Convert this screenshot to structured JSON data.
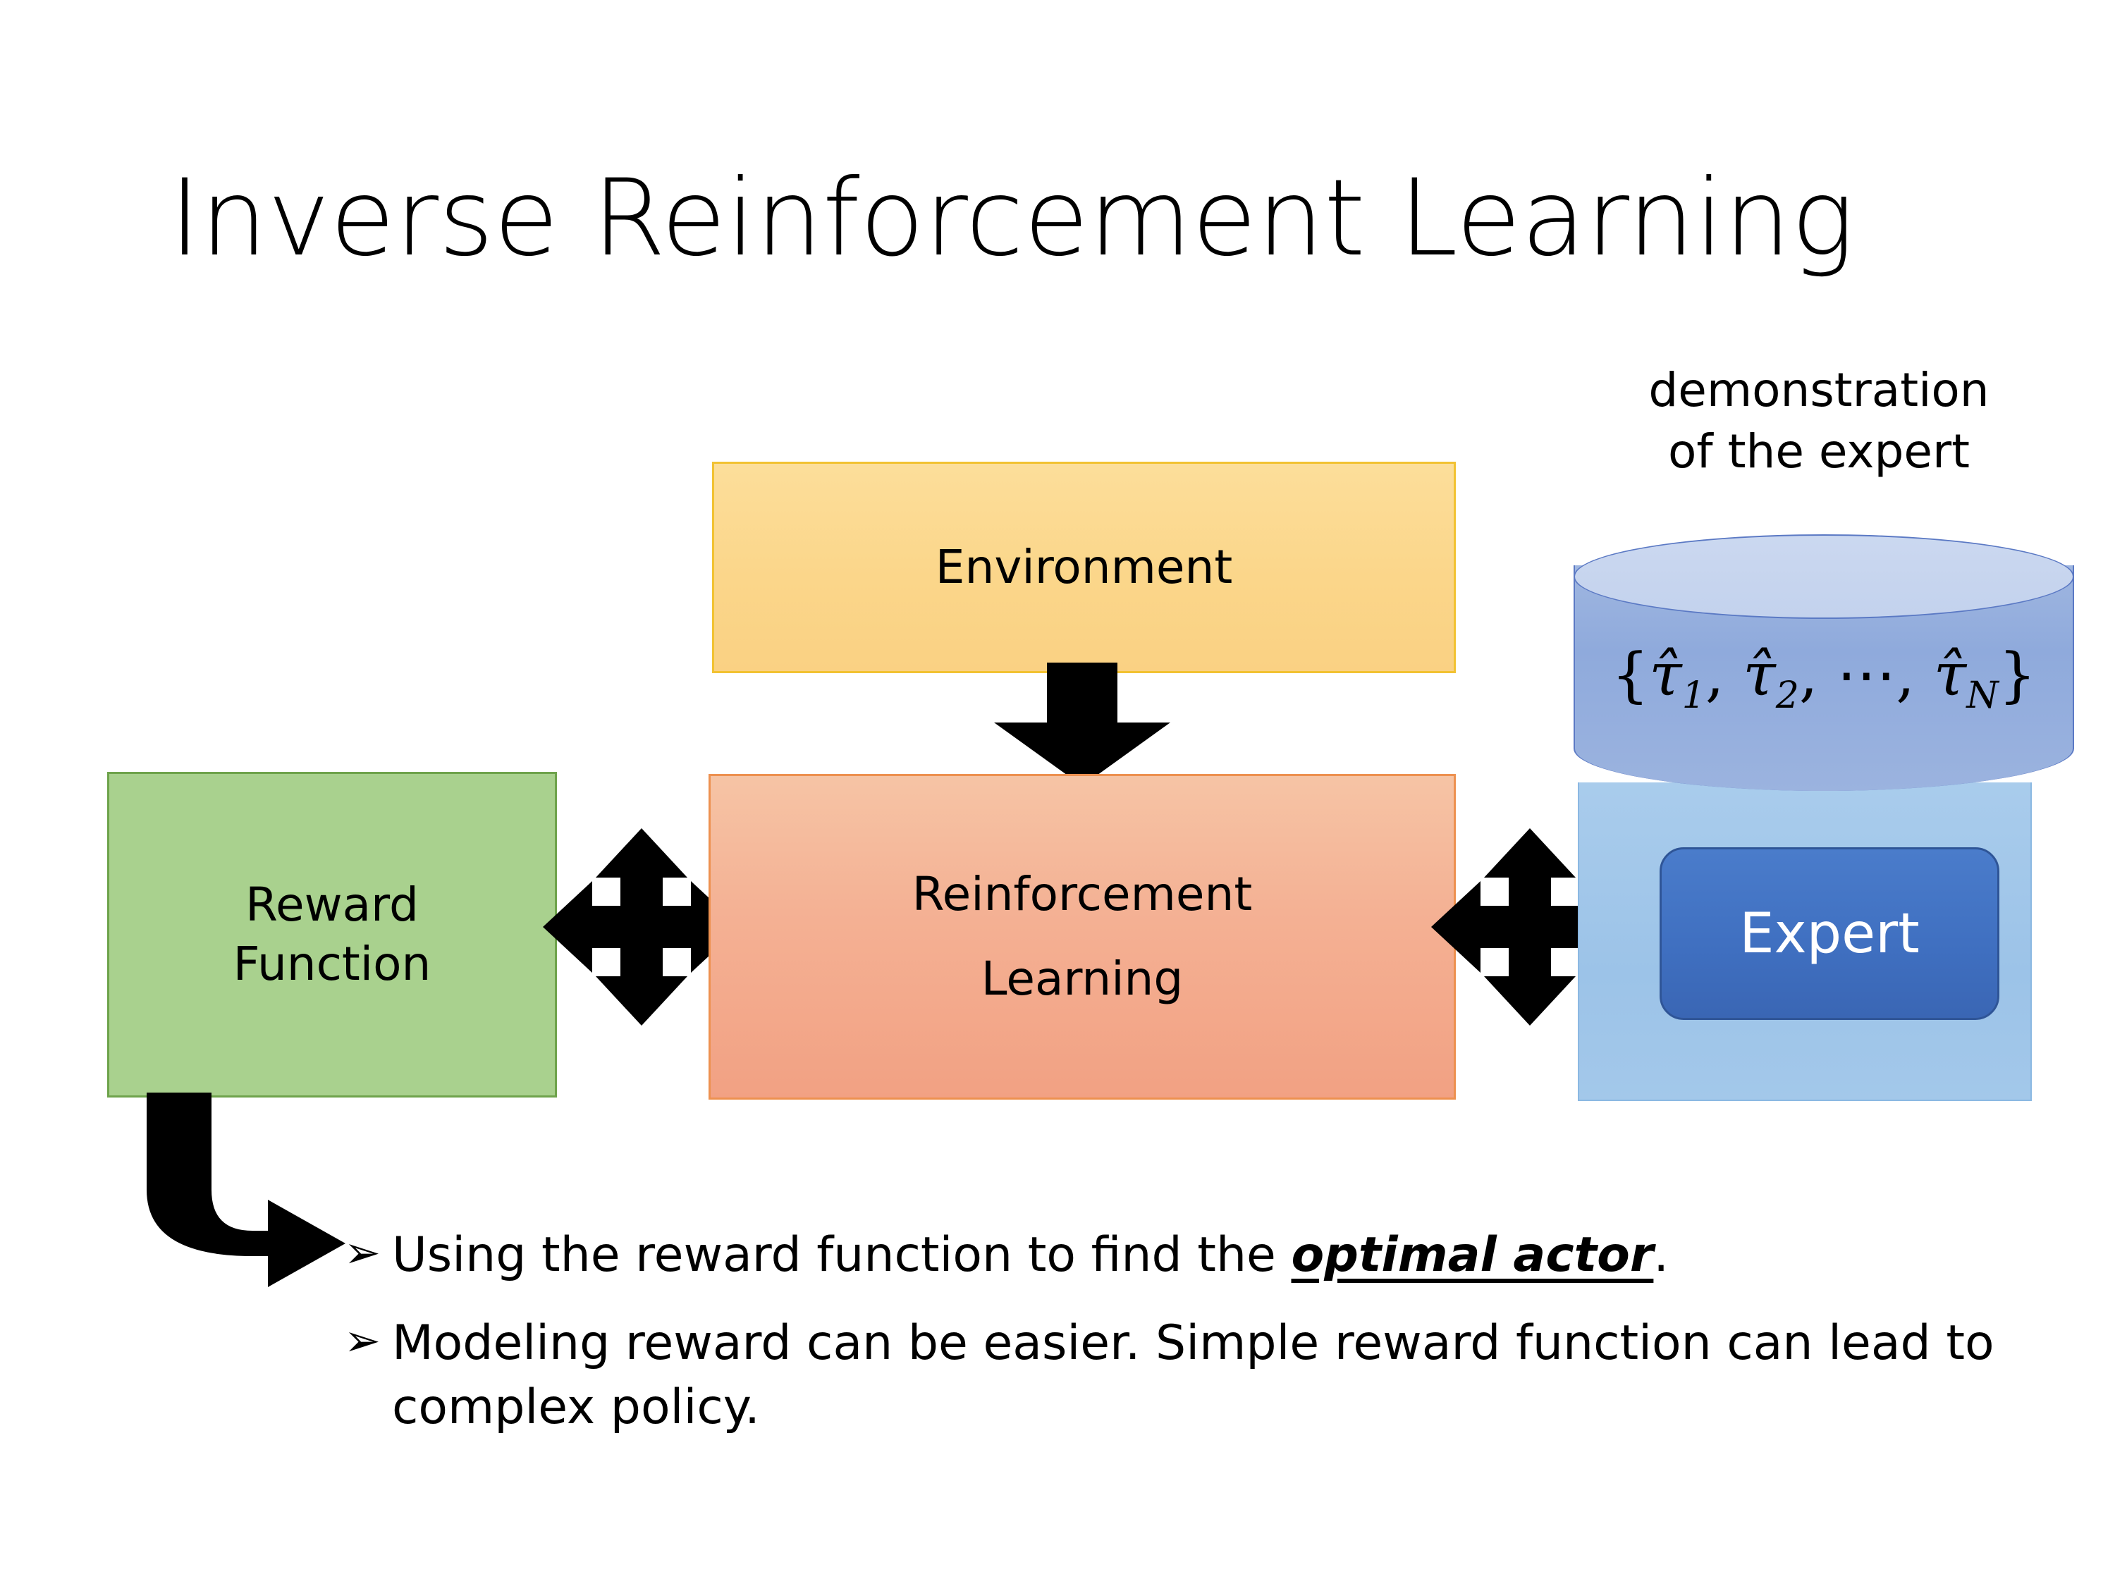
{
  "slide": {
    "title": "Inverse Reinforcement Learning",
    "background_color": "#FFFFFF"
  },
  "diagram": {
    "environment_box": {
      "label": "Environment",
      "fill_color": "#FBD68A",
      "border_color": "#F2C232"
    },
    "reward_box": {
      "label_line1": "Reward",
      "label_line2": "Function",
      "fill_color": "#A9D18E",
      "border_color": "#6EA34B"
    },
    "rl_box": {
      "label_line1": "Reinforcement",
      "label_line2": "Learning",
      "fill_color": "#F4B194",
      "border_color": "#ED9150"
    },
    "expert_group": {
      "caption_line1": "demonstration",
      "caption_line2": "of the expert",
      "panel_fill_color": "#9CC3E8",
      "cylinder_fill_color": "#8FAADC",
      "cylinder_top_color": "#C6D4EE",
      "cylinder_border_color": "#5B79C4",
      "trajectory_set_open": "{",
      "trajectory_1": "τ̂",
      "trajectory_1_sub": "1",
      "comma_1": ", ",
      "trajectory_2": "τ̂",
      "trajectory_2_sub": "2",
      "comma_2": ", ",
      "ellipsis": "⋯",
      "comma_3": ", ",
      "trajectory_n": "τ̂",
      "trajectory_n_sub": "N",
      "trajectory_set_close": "}",
      "expert_label": "Expert",
      "expert_fill_color": "#4472C4",
      "expert_text_color": "#FFFFFF"
    },
    "connectors": {
      "environment_to_rl": "down-block-arrow",
      "reward_to_rl": "four-way-double-arrow",
      "rl_to_expert": "four-way-double-arrow",
      "reward_to_bullets": "elbow-arrow-down-right",
      "arrow_color": "#000000"
    }
  },
  "bullets": [
    {
      "marker": "➢",
      "text_before": "Using the reward function to find the ",
      "emphasis": "optimal actor",
      "text_after": "."
    },
    {
      "marker": "➢",
      "text_before": "Modeling reward can be easier. Simple reward function can lead to complex policy.",
      "emphasis": "",
      "text_after": ""
    }
  ]
}
